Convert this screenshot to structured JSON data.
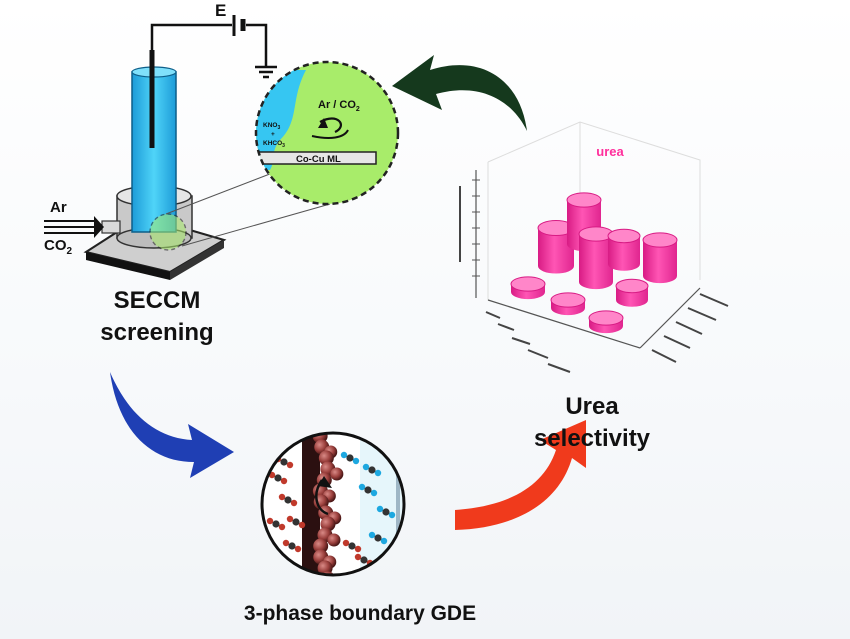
{
  "seccm": {
    "title_line1": "SECCM",
    "title_line2": "screening",
    "voltage_label": "E",
    "gas_in_label": "Ar",
    "gas_in_label2": "CO",
    "gas_in_sub": "2",
    "zoom_gas": "Ar / CO",
    "zoom_gas_sub": "2",
    "zoom_electrolyte_1": "KNO",
    "zoom_electrolyte_1_sub": "3",
    "zoom_electrolyte_plus": "+",
    "zoom_electrolyte_2": "KHCO",
    "zoom_electrolyte_2_sub": "3",
    "zoom_substrate": "Co-Cu ML"
  },
  "urea": {
    "chart_label": "urea",
    "title_line1": "Urea",
    "title_line2": "selectivity"
  },
  "gde": {
    "title": "3-phase boundary GDE"
  },
  "colors": {
    "urea_pink": "#ff2f9c",
    "zoom_green": "#a8ec6a",
    "electrolyte_blue": "#36c6f2",
    "arrow_dark_green": "#15391d",
    "arrow_blue": "#1f3fb4",
    "arrow_red": "#f03a1c"
  },
  "icons": [
    "battery-icon",
    "ground-icon",
    "gas-flow-arrows-icon"
  ]
}
